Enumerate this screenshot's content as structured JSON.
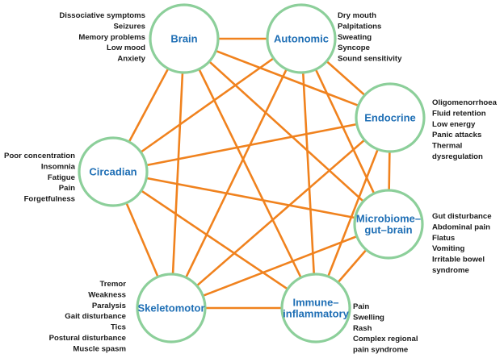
{
  "colors": {
    "edge": "#f0821e",
    "node_border": "#8ccf9a",
    "node_fill": "#ffffff",
    "label": "#1f6fb5",
    "text": "#1a1a1a"
  },
  "nodes": [
    {
      "id": "brain",
      "label": [
        "Brain"
      ],
      "symptoms": [
        "Dissociative symptoms",
        "Seizures",
        "Memory problems",
        "Low mood",
        "Anxiety"
      ]
    },
    {
      "id": "autonomic",
      "label": [
        "Autonomic"
      ],
      "symptoms": [
        "Dry mouth",
        "Palpitations",
        "Sweating",
        "Syncope",
        "Sound sensitivity"
      ]
    },
    {
      "id": "endocrine",
      "label": [
        "Endocrine"
      ],
      "symptoms": [
        "Oligomenorrhoea",
        "Fluid retention",
        "Low energy",
        "Panic attacks",
        "Thermal",
        "dysregulation"
      ]
    },
    {
      "id": "microbiome",
      "label": [
        "Microbiome–",
        "gut–brain"
      ],
      "symptoms": [
        "Gut disturbance",
        "Abdominal pain",
        "Flatus",
        "Vomiting",
        "Irritable bowel",
        "syndrome"
      ]
    },
    {
      "id": "immune",
      "label": [
        "Immune–",
        "inflammatory"
      ],
      "symptoms": [
        "Pain",
        "Swelling",
        "Rash",
        "Complex regional",
        "pain syndrome"
      ]
    },
    {
      "id": "skeletomotor",
      "label": [
        "Skeletomotor"
      ],
      "symptoms": [
        "Tremor",
        "Weakness",
        "Paralysis",
        "Gait disturbance",
        "Tics",
        "Postural disturbance",
        "Muscle spasm"
      ]
    },
    {
      "id": "circadian",
      "label": [
        "Circadian"
      ],
      "symptoms": [
        "Poor concentration",
        "Insomnia",
        "Fatigue",
        "Pain",
        "Forgetfulness"
      ]
    }
  ],
  "edges": [
    [
      "brain",
      "autonomic"
    ],
    [
      "brain",
      "endocrine"
    ],
    [
      "brain",
      "microbiome"
    ],
    [
      "brain",
      "immune"
    ],
    [
      "brain",
      "skeletomotor"
    ],
    [
      "brain",
      "circadian"
    ],
    [
      "autonomic",
      "endocrine"
    ],
    [
      "autonomic",
      "microbiome"
    ],
    [
      "autonomic",
      "immune"
    ],
    [
      "autonomic",
      "skeletomotor"
    ],
    [
      "autonomic",
      "circadian"
    ],
    [
      "endocrine",
      "microbiome"
    ],
    [
      "endocrine",
      "immune"
    ],
    [
      "endocrine",
      "skeletomotor"
    ],
    [
      "endocrine",
      "circadian"
    ],
    [
      "microbiome",
      "immune"
    ],
    [
      "microbiome",
      "skeletomotor"
    ],
    [
      "microbiome",
      "circadian"
    ],
    [
      "immune",
      "skeletomotor"
    ],
    [
      "immune",
      "circadian"
    ],
    [
      "skeletomotor",
      "circadian"
    ]
  ]
}
